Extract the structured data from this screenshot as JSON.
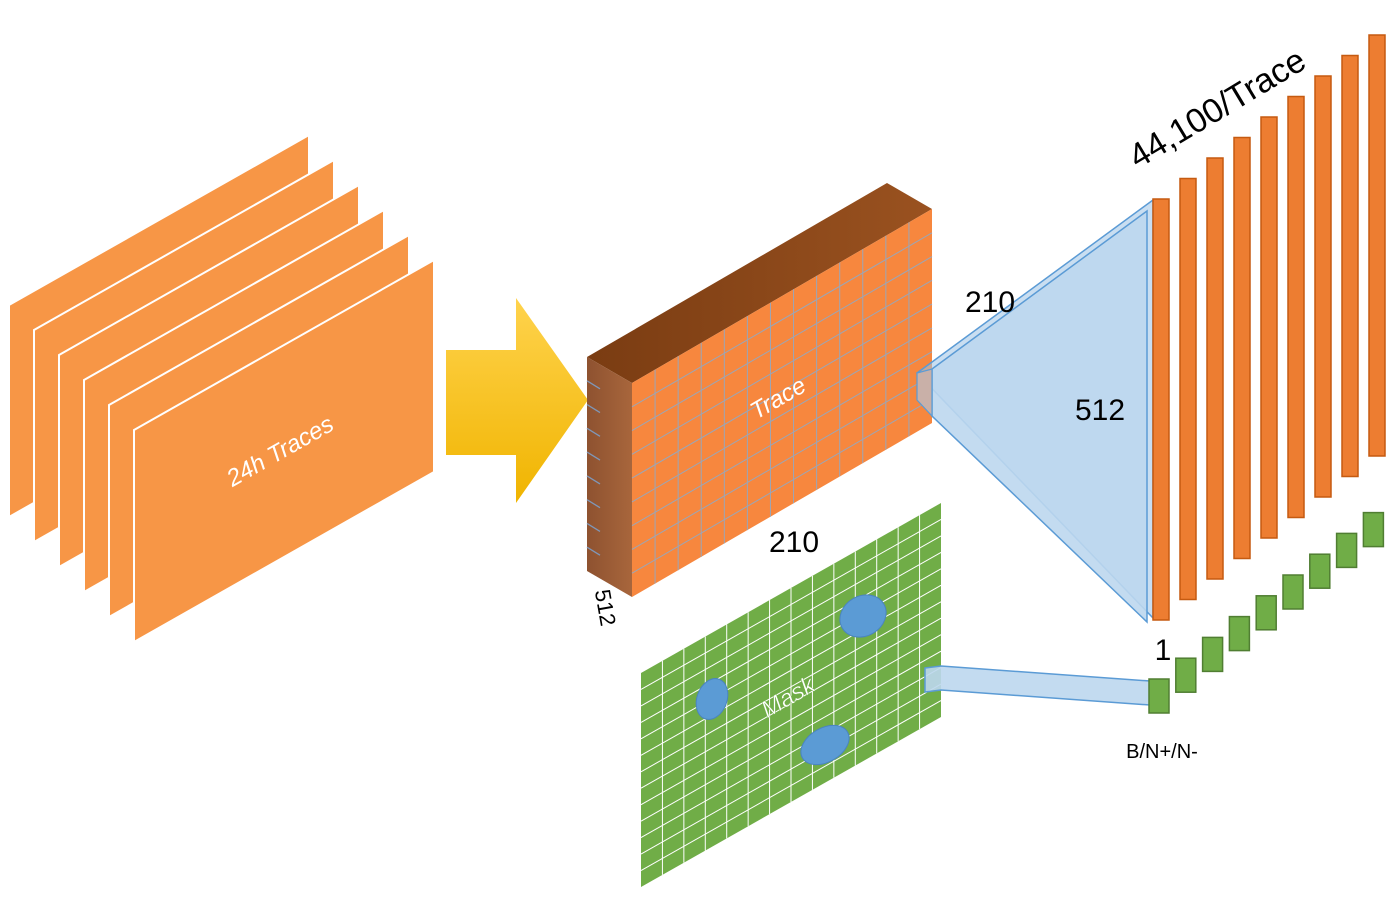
{
  "stack": {
    "label": "24h Traces",
    "sheet_count": 6
  },
  "arrow": {
    "direction": "right"
  },
  "trace_block": {
    "label": "Trace",
    "width_label": "210",
    "depth_label": "512"
  },
  "mask": {
    "label": "Mask",
    "blob_count": 3
  },
  "projection": {
    "top_label": "210",
    "middle_label": "512"
  },
  "output_bars": {
    "label": "44,100/Trace",
    "bar_count": 9
  },
  "output_cells": {
    "size_label": "1",
    "class_label": "B/N+/N-",
    "cell_count": 9
  },
  "colors": {
    "sheet_orange": "#f79646",
    "bar_orange": "#ed7d31",
    "block_top": "#8b4513",
    "block_side": "#a0522d",
    "grid_line": "#9aa6b8",
    "arrow_gold": "#ffc000",
    "mask_green": "#70ad47",
    "blob_blue": "#5b9bd5",
    "projection_blue": "#bdd7ee"
  }
}
